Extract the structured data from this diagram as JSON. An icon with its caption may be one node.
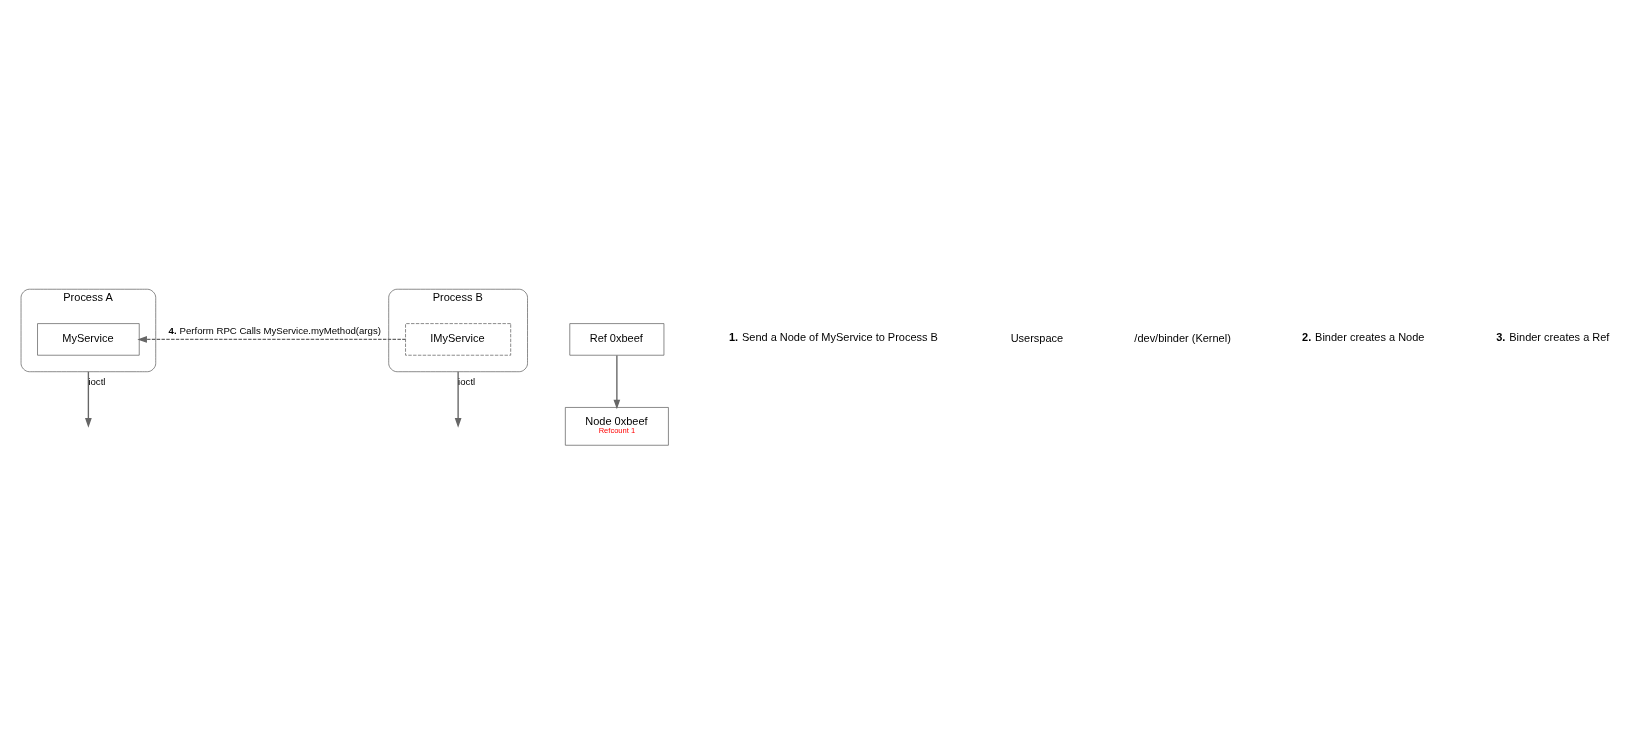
{
  "diagram": {
    "nodes": [
      {
        "text": [
          "Process A"
        ]
      },
      {
        "text": [
          "MyService"
        ],
        "in": 0
      },
      {
        "text": [
          "Process B"
        ]
      },
      {
        "text": [
          "IMyService"
        ],
        "in": 2
      },
      {
        "text": [
          "Node 0xbeef",
          "Refcount 1"
        ]
      },
      {
        "text": [
          "Ref 0xbeef"
        ]
      }
    ],
    "edges": [
      {
        "from": 3,
        "to": 1,
        "arrow": "to",
        "style": "dashed",
        "label": "**4.** Perform RPC Calls MyService.myMethod(args)"
      },
      {
        "from": 0,
        "to": null,
        "arrow": "to",
        "label": "ioctl"
      },
      {
        "from": 2,
        "to": null,
        "arrow": "to",
        "label": "ioctl"
      },
      {
        "from": 5,
        "to": 4,
        "arrow": "to"
      }
    ],
    "labels": [
      "**1.** Send a Node of MyService to Process B",
      "Userspace",
      "/dev/binder (Kernel)",
      "**2.** Binder creates a Node",
      "**3.** Binder creates a Ref"
    ]
  }
}
